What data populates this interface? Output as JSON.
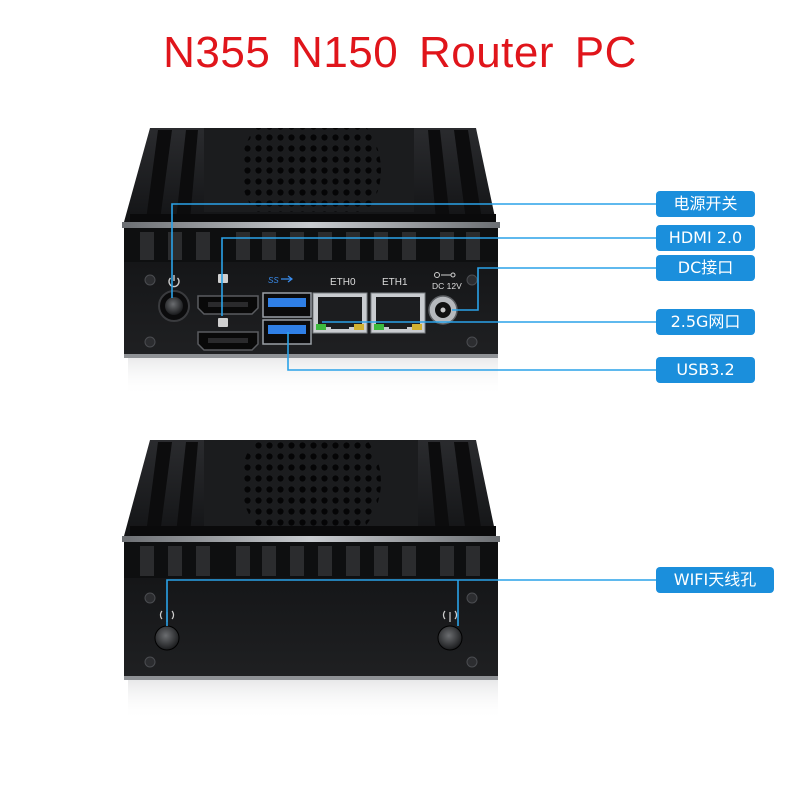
{
  "title": "N355  N150 Router PC",
  "colors": {
    "title": "#e0151b",
    "callout_fill": "#1b8fdc",
    "leader_line": "#2aa2e8",
    "chassis": "#1d1e20",
    "usb_blue": "#2f7fe6",
    "led_green": "#3dbb3d"
  },
  "front_panel": {
    "port_labels": {
      "usb": "SS",
      "eth0": "ETH0",
      "eth1": "ETH1",
      "dc": "DC 12V"
    }
  },
  "callouts": [
    {
      "id": "power",
      "label": "电源开关"
    },
    {
      "id": "hdmi",
      "label": "HDMI 2.0"
    },
    {
      "id": "dc",
      "label": "DC接口"
    },
    {
      "id": "lan",
      "label": "2.5G网口"
    },
    {
      "id": "usb",
      "label": "USB3.2"
    },
    {
      "id": "wifi",
      "label": "WIFI天线孔"
    }
  ],
  "icons": {
    "power_button": "power-icon",
    "hdmi": "hdmi-icon",
    "usb": "usb-superspeed-icon",
    "dc_jack": "dc-polarity-icon",
    "antenna": "wifi-antenna-icon"
  }
}
